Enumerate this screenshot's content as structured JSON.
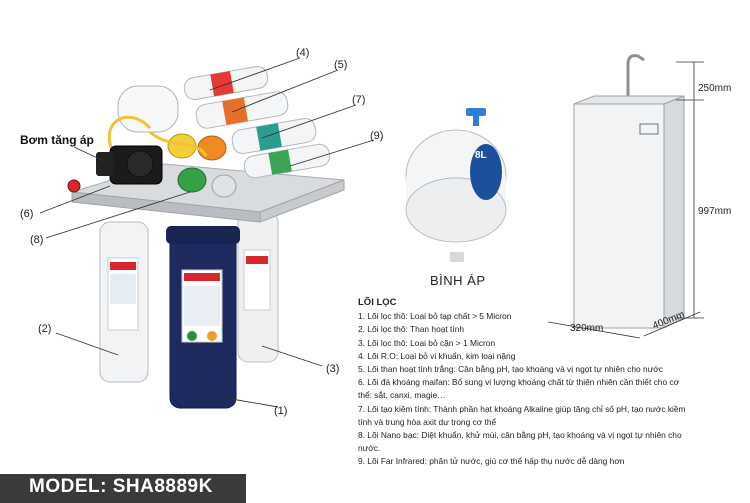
{
  "callouts": [
    {
      "id": "c4",
      "text": "(4)"
    },
    {
      "id": "c5",
      "text": "(5)"
    },
    {
      "id": "c7",
      "text": "(7)"
    },
    {
      "id": "c9",
      "text": "(9)"
    },
    {
      "id": "c6",
      "text": "(6)"
    },
    {
      "id": "c8",
      "text": "(8)"
    },
    {
      "id": "c2",
      "text": "(2)"
    },
    {
      "id": "c3",
      "text": "(3)"
    },
    {
      "id": "c1",
      "text": "(1)"
    }
  ],
  "pump_label": "Bơm tăng áp",
  "tank": {
    "label": "BÌNH ÁP",
    "capacity": "8L"
  },
  "dimensions": {
    "top": "250mm",
    "height": "997mm",
    "width": "320mm",
    "depth": "400mm"
  },
  "legend": {
    "title": "LÕI LỌC",
    "items": [
      "1. Lõi lọc thô: Loại bỏ tạp chất > 5 Micron",
      "2. Lõi lọc thô: Than hoạt tính",
      "3. Lõi lọc thô: Loại bỏ cặn > 1 Micron",
      "4. Lõi R.O: Loại bỏ vi khuẩn, kim loại nặng",
      "5. Lõi than hoạt tính trắng: Cân bằng pH, tạo khoáng và vị ngọt tự nhiên cho nước",
      "6. Lõi đá khoáng maifan: Bổ sung vi lượng khoáng chất từ thiên nhiên cần thiết cho cơ thể: sắt, canxi, magie…",
      "7. Lõi tạo kiềm tính: Thành phần hạt khoáng Alkaline giúp tăng chỉ số pH, tạo nước kiềm tính và trung hòa axit dư trong cơ thể",
      "8. Lõi Nano bạc: Diệt khuẩn, khử mùi, cân bằng pH, tạo khoáng và vị ngọt tự nhiên cho nước.",
      "9. Lõi Far Infrared: phân tử nước, giú cơ thể hấp thụ nước dễ dàng hơn"
    ]
  },
  "model": "MODEL: SHA8889K",
  "colors": {
    "model_bar": "#3a3a3a",
    "filter_blue": "#1e2a5e",
    "tank_blue": "#1d4f9c"
  }
}
